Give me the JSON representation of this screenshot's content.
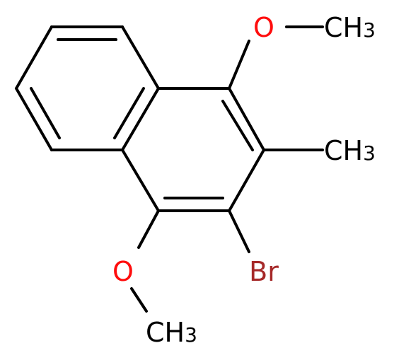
{
  "molecule": {
    "atoms": {
      "o_top": {
        "element": "O",
        "color": "#ff0d0d"
      },
      "ch3_top": {
        "text": "CH",
        "sub": "3",
        "color": "#000000"
      },
      "ch3_right": {
        "text": "CH",
        "sub": "3",
        "color": "#000000"
      },
      "br": {
        "element": "Br",
        "color": "#a62929"
      },
      "o_bottom": {
        "element": "O",
        "color": "#ff0d0d"
      },
      "ch3_bottom": {
        "text": "CH",
        "sub": "3",
        "color": "#000000"
      }
    },
    "bond_color": "#000000"
  }
}
